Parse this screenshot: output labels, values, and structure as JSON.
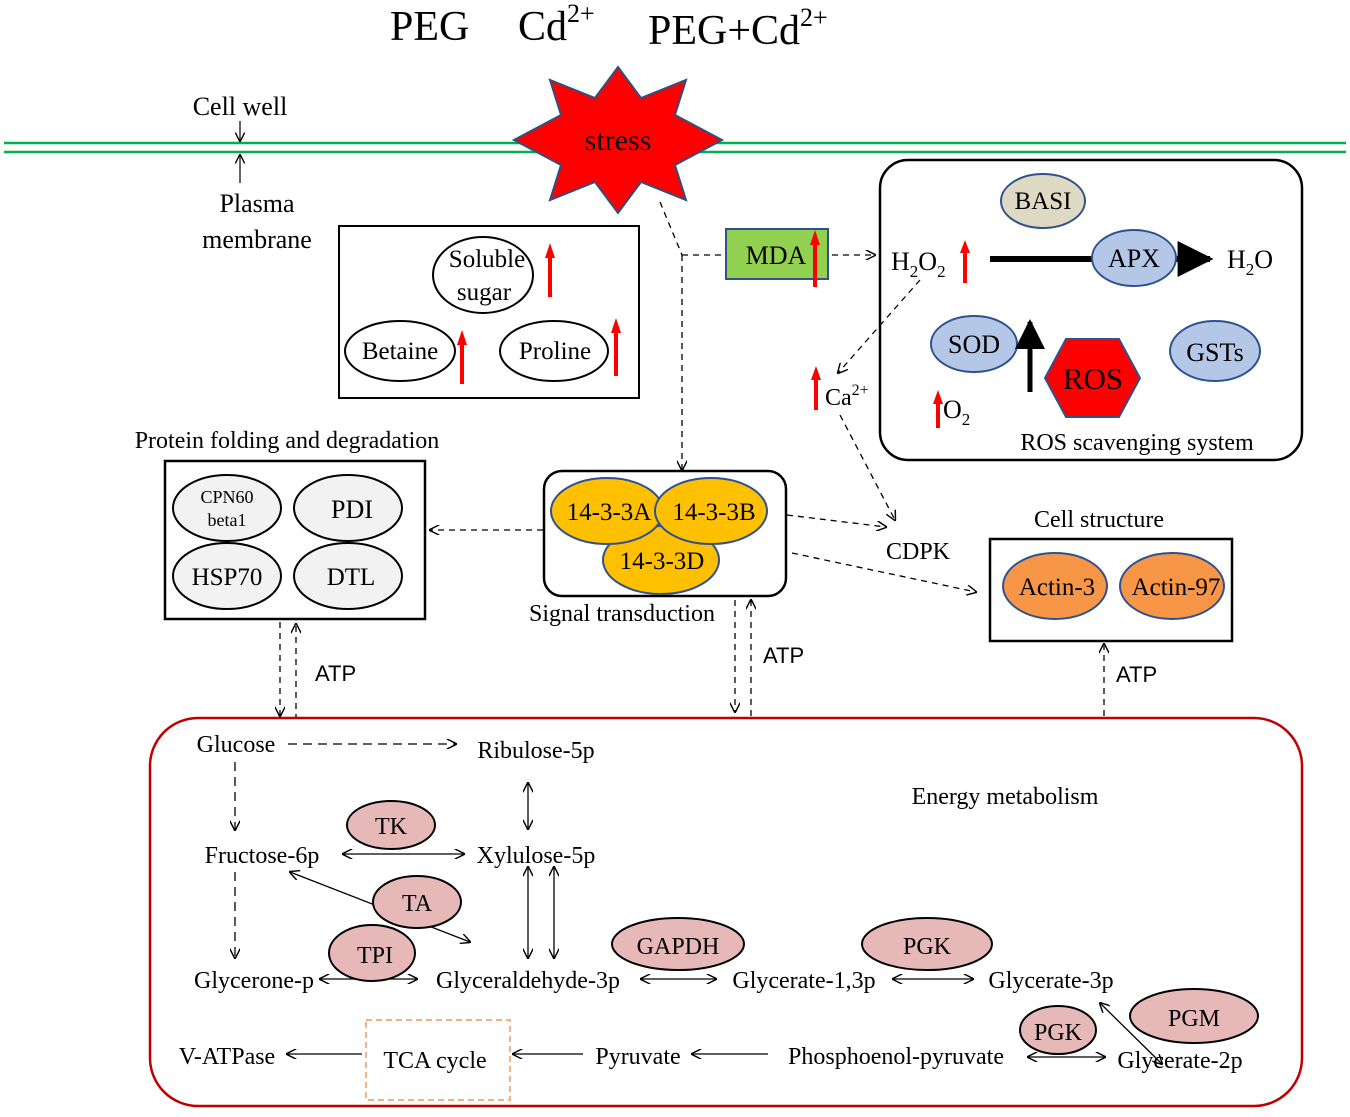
{
  "header": {
    "peg": "PEG",
    "cd_base": "Cd",
    "cd_sup": "2+",
    "combo_base": "PEG+Cd",
    "combo_sup": "2+"
  },
  "membrane": {
    "cell_wall": "Cell well",
    "plasma_line1": "Plasma",
    "plasma_line2": "membrane"
  },
  "stress": {
    "label": "stress",
    "color": "#ff0000"
  },
  "osmolytes": {
    "soluble_line1": "Soluble",
    "soluble_line2": "sugar",
    "betaine": "Betaine",
    "proline": "Proline"
  },
  "mda": {
    "label": "MDA",
    "color": "#92d050"
  },
  "ros_system": {
    "title": "ROS scavenging system",
    "basi": "BASI",
    "apx": "APX",
    "sod": "SOD",
    "gsts": "GSTs",
    "ros": "ROS",
    "h2o2_base": "H",
    "h2o2_sub1": "2",
    "h2o2_mid": "O",
    "h2o2_sub2": "2",
    "h2o_base": "H",
    "h2o_sub": "2",
    "h2o_end": "O",
    "o2_base": "O",
    "o2_sub": "2"
  },
  "calcium": {
    "base": "Ca",
    "sup": "2+"
  },
  "protein_folding": {
    "title": "Protein folding and degradation",
    "cpn_line1": "CPN60",
    "cpn_line2": "beta1",
    "pdi": "PDI",
    "hsp70": "HSP70",
    "dtl": "DTL"
  },
  "signal": {
    "title": "Signal transduction",
    "a": "14-3-3A",
    "b": "14-3-3B",
    "d": "14-3-3D"
  },
  "cdpk": "CDPK",
  "cell_structure": {
    "title": "Cell structure",
    "actin3": "Actin-3",
    "actin97": "Actin-97"
  },
  "atp": {
    "left": "ATP",
    "middle": "ATP",
    "right": "ATP"
  },
  "energy": {
    "title": "Energy metabolism",
    "glucose": "Glucose",
    "ribulose": "Ribulose-5p",
    "fructose": "Fructose-6p",
    "xylulose": "Xylulose-5p",
    "glycerone": "Glycerone-p",
    "glyceraldehyde": "Glyceraldehyde-3p",
    "glycerate13": "Glycerate-1,3p",
    "glycerate3p": "Glycerate-3p",
    "glycerate2p": "Glycerate-2p",
    "pep": "Phosphoenol-pyruvate",
    "pyruvate": "Pyruvate",
    "tca": "TCA cycle",
    "vatpase": "V-ATPase",
    "tk": "TK",
    "ta": "TA",
    "tpi": "TPI",
    "gapdh": "GAPDH",
    "pgk_top": "PGK",
    "pgm": "PGM",
    "pgk_bottom": "PGK"
  },
  "colors": {
    "membrane": "#00b050",
    "ros_hex": "#ff0000",
    "blue_enzyme": "#b4c7e7",
    "basi": "#ddd9c3",
    "signal_protein": "#ffc000",
    "actin": "#f79646",
    "energy_enzyme": "#e6b9b8",
    "energy_border": "#c00000",
    "tca_border": "#f4b183",
    "gray_protein": "#f2f2f2",
    "up_arrow": "#ff0000"
  }
}
